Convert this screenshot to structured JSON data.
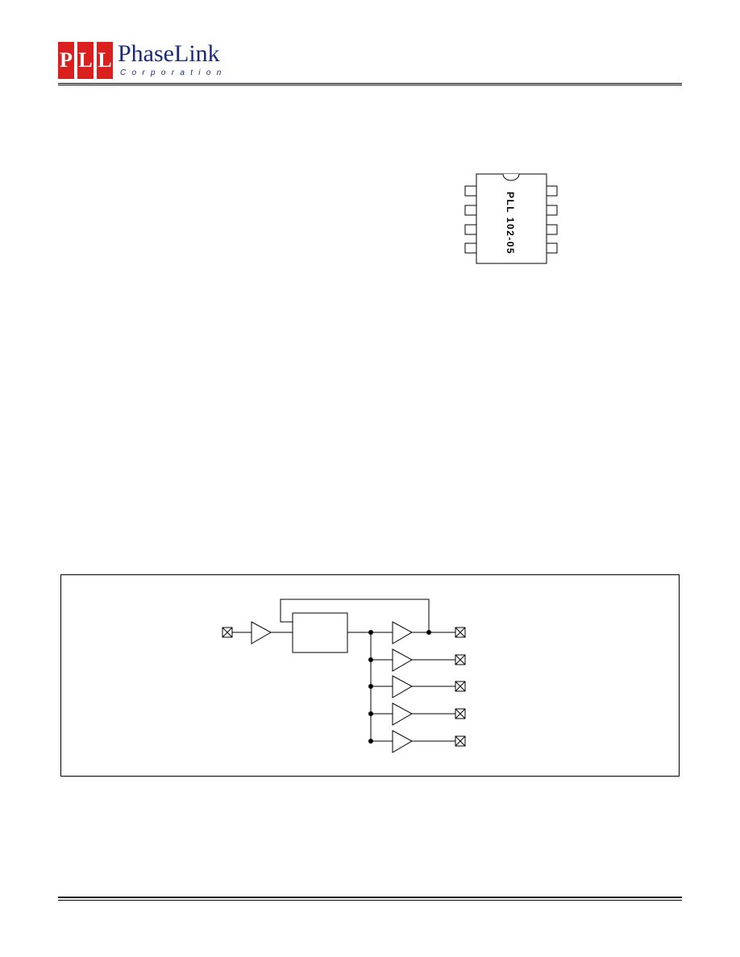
{
  "header": {
    "logo_letters": [
      "P",
      "L",
      "L"
    ],
    "company_name": "PhaseLink",
    "company_sub": "Corporation"
  },
  "package": {
    "part_label": "PLL 102-05"
  }
}
